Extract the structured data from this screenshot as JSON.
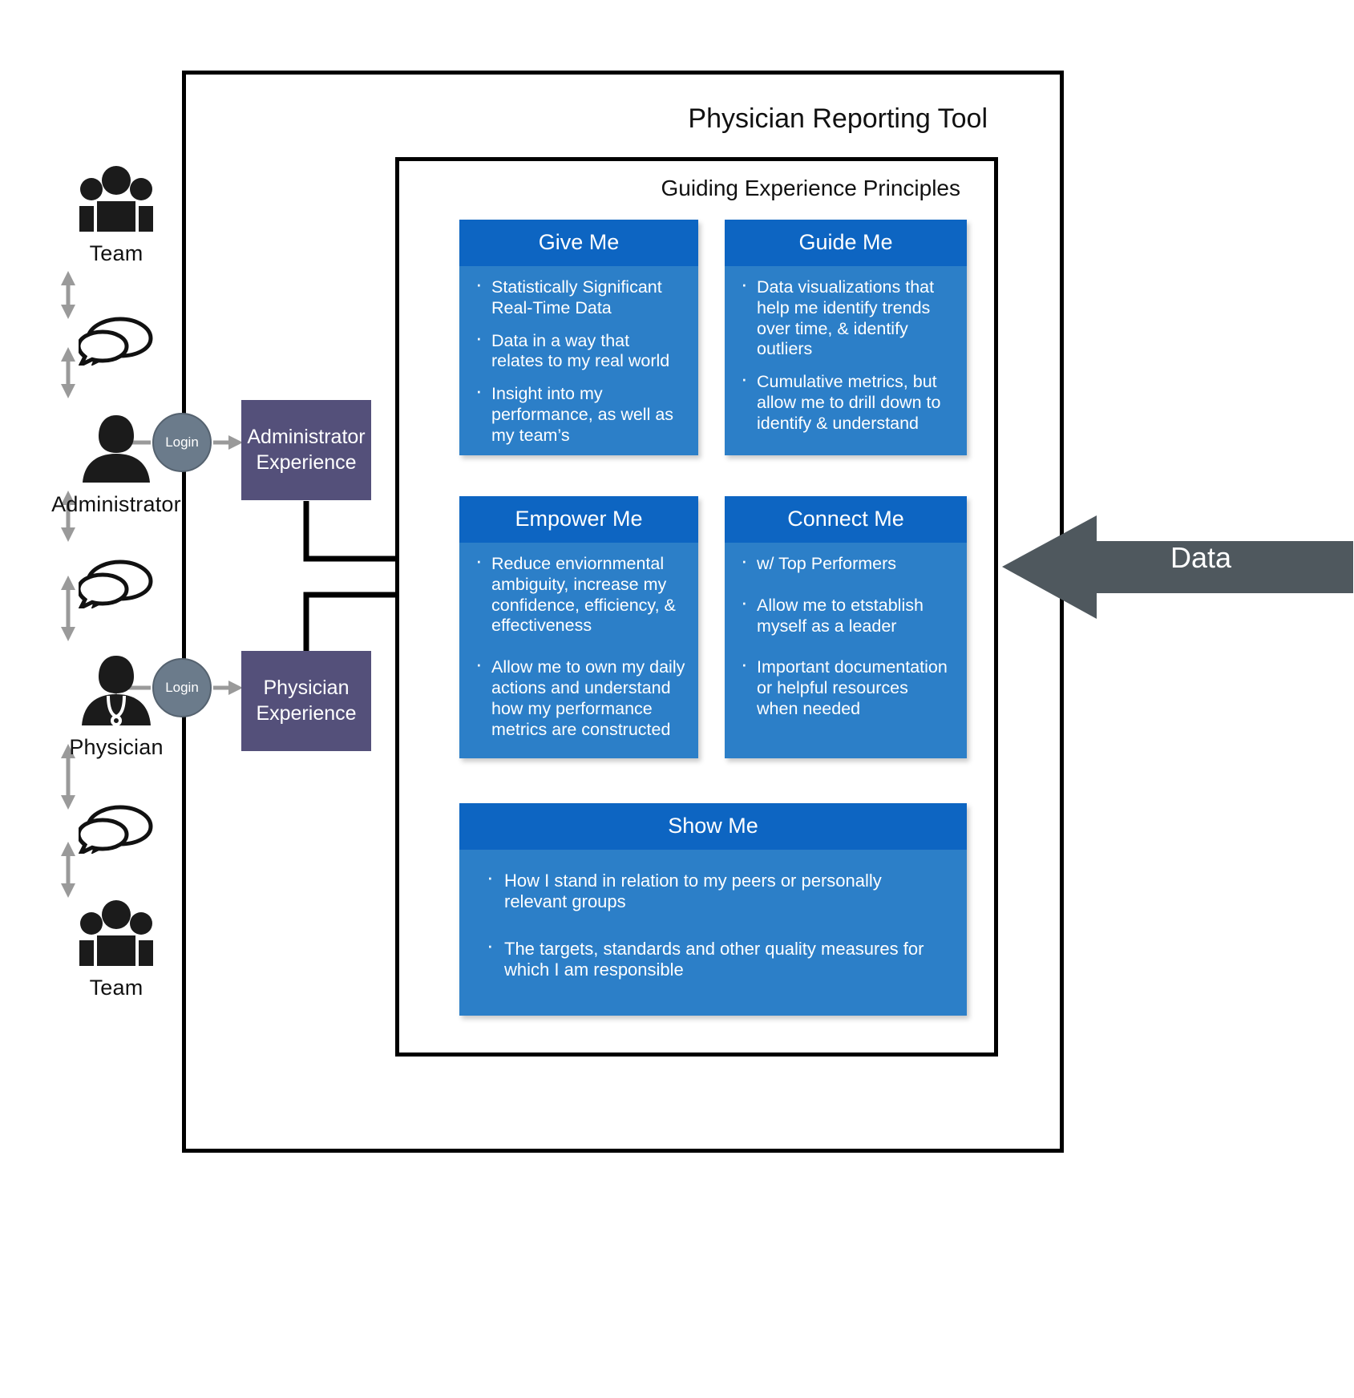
{
  "tool": {
    "title": "Physician Reporting Tool",
    "principles_title": "Guiding Experience Principles"
  },
  "personas": [
    {
      "label": "Team",
      "icon": "team-group-icon"
    },
    {
      "label": "",
      "icon": "speech-bubbles-icon"
    },
    {
      "label": "Administrator",
      "icon": "administrator-person-icon"
    },
    {
      "label": "",
      "icon": "speech-bubbles-icon"
    },
    {
      "label": "Physician",
      "icon": "physician-stethoscope-icon"
    },
    {
      "label": "",
      "icon": "speech-bubbles-icon"
    },
    {
      "label": "Team",
      "icon": "team-group-icon"
    }
  ],
  "logins": [
    {
      "label": "Login"
    },
    {
      "label": "Login"
    }
  ],
  "experiences": [
    {
      "label": "Administrator Experience",
      "line1": "Administrator",
      "line2": "Experience"
    },
    {
      "label": "Physician Experience",
      "line1": "Physician",
      "line2": "Experience"
    }
  ],
  "data_arrow": {
    "label": "Data"
  },
  "cards": [
    {
      "id": "give",
      "title": "Give Me",
      "bullets": [
        "Statistically Significant Real-Time Data",
        "Data in a way that relates to my real world",
        "Insight into my performance, as well as my team’s"
      ]
    },
    {
      "id": "guide",
      "title": "Guide Me",
      "bullets": [
        "Data visualizations that help me identify trends over time, & identify outliers",
        "Cumulative metrics, but allow me to drill down to identify & understand"
      ]
    },
    {
      "id": "empower",
      "title": "Empower Me",
      "bullets": [
        "Reduce enviornmental ambiguity, increase my confidence, efficiency, & effectiveness",
        "Allow me to own my daily actions and understand how my performance metrics are constructed"
      ]
    },
    {
      "id": "connect",
      "title": "Connect Me",
      "bullets": [
        "w/ Top Performers",
        "Allow me to etstablish myself as a leader",
        "Important documentation or helpful resources when needed"
      ]
    },
    {
      "id": "show",
      "title": "Show Me",
      "bullets": [
        "How I stand in relation to my peers or personally relevant groups",
        "The targets, standards and other quality measures for which I am responsible"
      ]
    }
  ],
  "colors": {
    "card_header": "#0d65c2",
    "card_body": "#2c7fc8",
    "experience_box": "#54507a",
    "login_badge": "#6b7b8b",
    "data_arrow": "#4f585e",
    "frame_border": "#000000",
    "connector_arrow": "#9a9a9a"
  }
}
